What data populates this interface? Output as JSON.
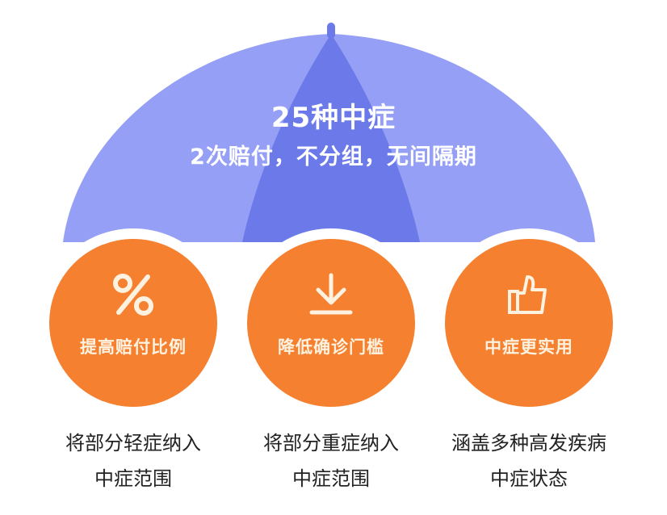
{
  "colors": {
    "umbrella_light": "#949ff5",
    "umbrella_dark": "#6b7ae8",
    "circle_orange": "#f5802f",
    "circle_text": "#fdf1df",
    "caption_text": "#222222"
  },
  "umbrella": {
    "title": "25种中症",
    "subtitle": "2次赔付，不分组，无间隔期"
  },
  "features": [
    {
      "icon": "percent-icon",
      "label": "提高赔付比例",
      "caption_line1": "将部分轻症纳入",
      "caption_line2": "中症范围"
    },
    {
      "icon": "download-arrow-icon",
      "label": "降低确诊门槛",
      "caption_line1": "将部分重症纳入",
      "caption_line2": "中症范围"
    },
    {
      "icon": "thumbs-up-icon",
      "label": "中症更实用",
      "caption_line1": "涵盖多种高发疾病",
      "caption_line2": "中症状态"
    }
  ]
}
